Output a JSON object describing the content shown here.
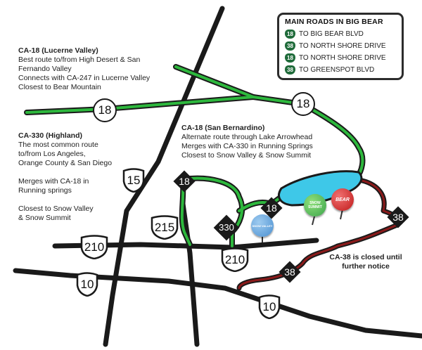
{
  "legend": {
    "title": "MAIN ROADS IN BIG BEAR",
    "rows": [
      {
        "route": "18",
        "label": "TO BIG BEAR BLVD",
        "color": "#1f6b3a"
      },
      {
        "route": "38",
        "label": "TO NORTH SHORE DRIVE",
        "color": "#1f6b3a"
      },
      {
        "route": "18",
        "label": "TO NORTH SHORE DRIVE",
        "color": "#1f6b3a"
      },
      {
        "route": "38",
        "label": "TO GREENSPOT BLVD",
        "color": "#1f6b3a"
      }
    ]
  },
  "notes": {
    "lucerne": {
      "heading": "CA-18 (Lucerne Valley)",
      "lines": [
        "Best route to/from High Desert & San",
        "Fernando Valley",
        "Connects with CA-247 in Lucerne Valley",
        "Closest to Bear Mountain"
      ]
    },
    "highland": {
      "heading": "CA-330 (Highland)",
      "lines": [
        "The most common route",
        "to/from Los Angeles,",
        "Orange County & San Diego",
        "",
        "Merges with CA-18 in",
        "Running springs",
        "",
        "Closest to Snow Valley",
        "& Snow Summit"
      ]
    },
    "sanbernardino": {
      "heading": "CA-18 (San Bernardino)",
      "lines": [
        "Alternate route through Lake Arrowhead",
        "Merges with CA-330 in Running Springs",
        "Closest to Snow Valley & Snow Summit"
      ]
    },
    "closed": {
      "lines": [
        "CA-38 is closed until",
        "further notice"
      ]
    }
  },
  "shields": {
    "i15": "15",
    "i215": "215",
    "i210_left": "210",
    "i210_right": "210",
    "i10_left": "10",
    "i10_right": "10",
    "ca18_top_left": "18",
    "ca18_top_right": "18",
    "ca18_diamond_left": "18",
    "ca18_diamond_mid": "18",
    "ca330": "330",
    "ca38_bottom": "38",
    "ca38_right": "38"
  },
  "resorts": {
    "snow_valley": "SNOW VALLEY",
    "snow_summit": "SNOW SUMMIT",
    "bear": "BEAR"
  },
  "colors": {
    "road": "#222222",
    "green_road": "#2db83d",
    "red_road": "#8b1a1a",
    "lake": "#3ec8e8",
    "text": "#222222"
  }
}
